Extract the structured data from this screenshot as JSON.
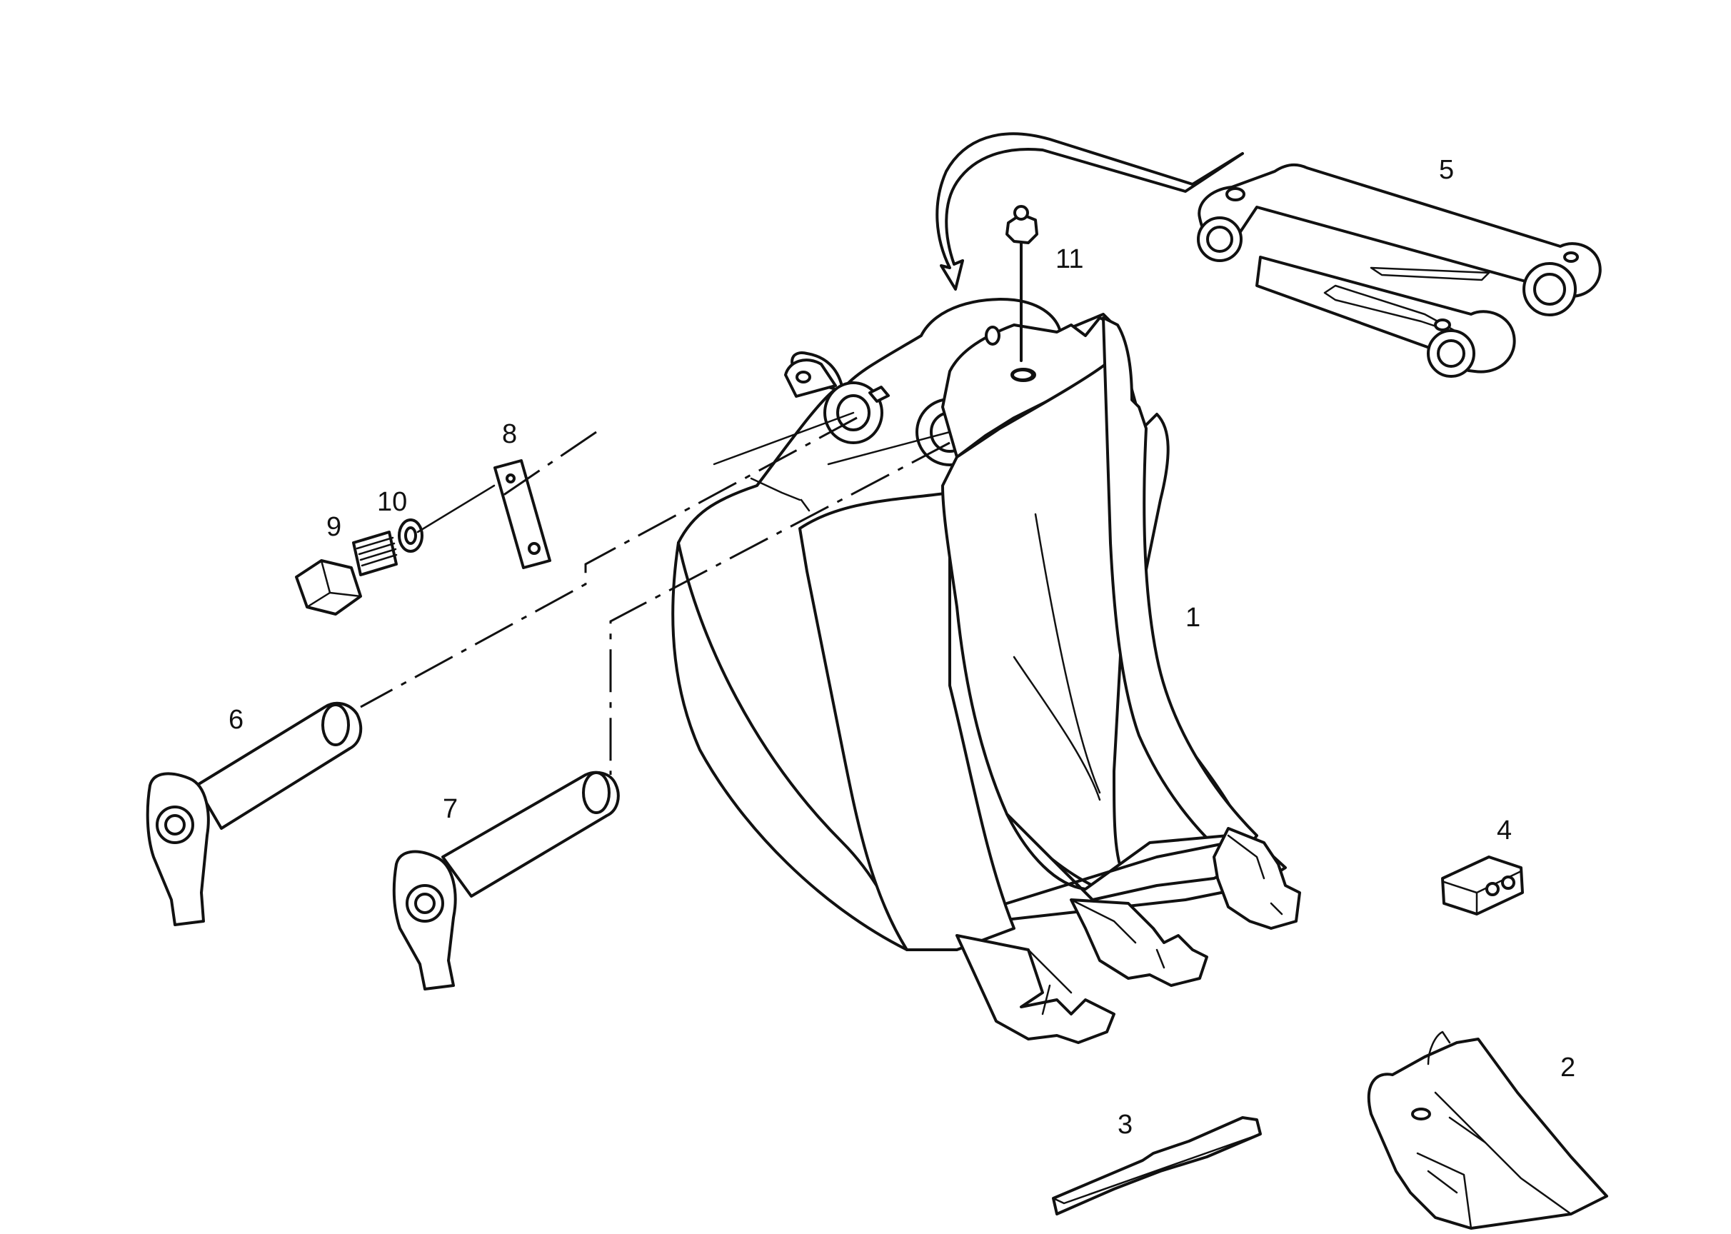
{
  "colors": {
    "ink": "#111111",
    "background": "#ffffff"
  },
  "callouts": {
    "bucket": "1",
    "tooth_tip": "2",
    "side_cutter": "3",
    "adapter_block": "4",
    "link": "5",
    "pin_upper": "6",
    "pin_lower": "7",
    "lock_plate": "8",
    "bolt": "9",
    "washer": "10",
    "grease_nipple": "11"
  },
  "icons": {
    "bucket": "excavator-bucket-icon",
    "link": "bucket-link-icon",
    "pin": "hinge-pin-icon",
    "bolt": "hex-bolt-icon",
    "washer": "spring-washer-icon",
    "plate": "lock-plate-icon",
    "nipple": "grease-nipple-icon",
    "tooth": "bucket-tooth-icon",
    "cutter": "side-cutter-icon",
    "block": "adapter-block-icon",
    "arrow": "curved-arrow-icon"
  }
}
